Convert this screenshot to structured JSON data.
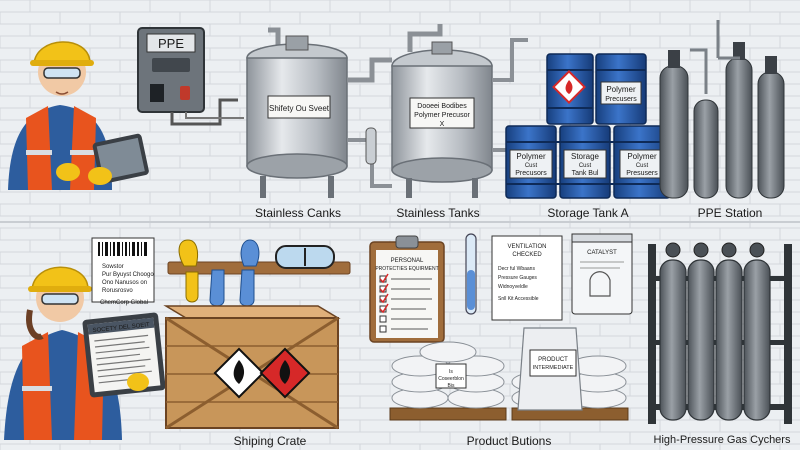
{
  "panel": {
    "title": "PPE"
  },
  "tanks": {
    "left_label": "Shifety Ou Sveet",
    "right_label_line1": "Dooeei Bodibes",
    "right_label_line2": "Polymer Precusor",
    "right_label_line3": "X"
  },
  "drums": {
    "top_right_line1": "Polymer",
    "top_right_line2": "Precusers",
    "bottom_left_line1": "Polymer",
    "bottom_left_line2": "Cust",
    "bottom_left_line3": "Precusors",
    "bottom_mid_line1": "Storage",
    "bottom_mid_line2": "Cust",
    "bottom_mid_line3": "Tank Bul",
    "bottom_right_line1": "Polymer",
    "bottom_right_line2": "Cust",
    "bottom_right_line3": "Presusers"
  },
  "captions": {
    "tanks_left": "Stainless Canks",
    "tanks_right": "Stainless Tanks",
    "storage": "Storage Tank A",
    "ppe_station": "PPE Station",
    "crate": "Shiping Crate",
    "product": "Product Butions",
    "cylinders": "High-Pressure Gas Cychers"
  },
  "note": {
    "line1": "Sowstor",
    "line2": "Pur Byuyst Choogo",
    "line3": "Ono Nanusos on",
    "line4": "Rorusrosvo",
    "brand": "ChemCorp Global"
  },
  "tablet2": {
    "title": "SOCETY DEL SOEIT"
  },
  "clipboard": {
    "title1": "PERSONAL",
    "title2": "PROTECTIES EQUIRMENT"
  },
  "vent": {
    "title1": "VENTILATION",
    "title2": "CHECKED",
    "item1": "Decr ful Wbaans",
    "item2": "Pressure Gauges",
    "item3": "Widnoyveldle",
    "item4": "Snll Kit Accessible"
  },
  "catalyst": {
    "title": "CATALYST"
  },
  "bags": {
    "tag_line1": "Is",
    "tag_line2": "Coseerblon",
    "tag_line3": "Bis",
    "product_line1": "PRODUCT",
    "product_line2": "INTERMEDIATE"
  },
  "colors": {
    "wall": "#e9ecef",
    "brick": "#d7dbe0",
    "vest": "#e8541e",
    "helmet": "#f2c218",
    "drum": "#2457a6",
    "steel": "#b9bec4",
    "cylinder": "#6f757c",
    "crate": "#c8965a",
    "hazard": "#d62828"
  }
}
